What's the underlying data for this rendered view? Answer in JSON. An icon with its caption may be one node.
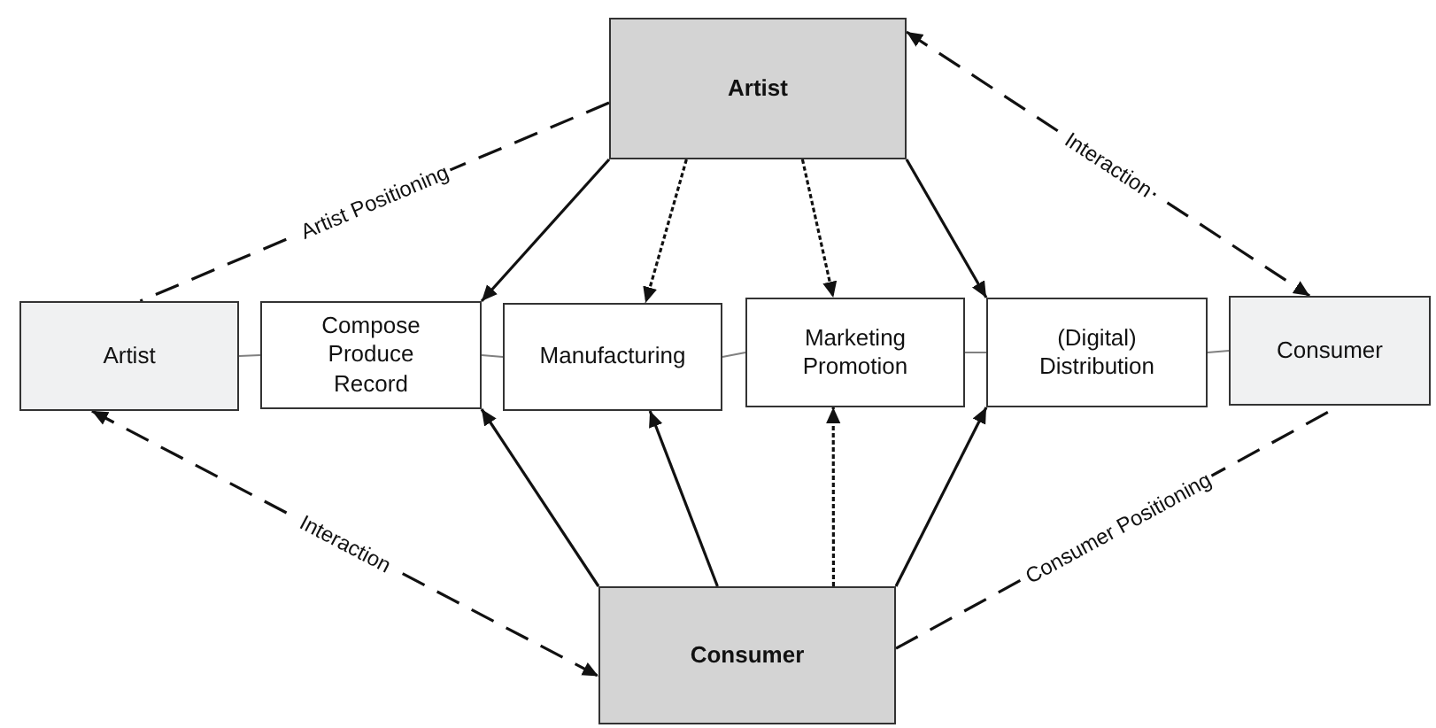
{
  "diagram": {
    "nodes": [
      {
        "text": [
          "Artist"
        ]
      },
      {
        "text": [
          "Artist"
        ]
      },
      {
        "text": [
          "Compose Produce Record"
        ]
      },
      {
        "text": [
          "Manufacturing"
        ]
      },
      {
        "text": [
          "Marketing Promotion"
        ]
      },
      {
        "text": [
          "(Digital) Distribution"
        ]
      },
      {
        "text": [
          "Consumer"
        ]
      },
      {
        "text": [
          "Consumer"
        ]
      }
    ],
    "edges": [
      {
        "from": 0,
        "to": 1,
        "arrow": "none",
        "style": "dashed",
        "label": "Artist Positioning"
      },
      {
        "from": 0,
        "to": 6,
        "arrow": "both",
        "style": "dashed",
        "label": "Interaction"
      },
      {
        "from": 1,
        "to": 7,
        "arrow": "both",
        "style": "dashed",
        "label": "Interaction"
      },
      {
        "from": 7,
        "to": 6,
        "arrow": "none",
        "style": "dashed",
        "label": "Consumer Positioning"
      },
      {
        "from": 1,
        "to": 2,
        "arrow": "none",
        "color": "#808080"
      },
      {
        "from": 2,
        "to": 3,
        "arrow": "none",
        "color": "#808080"
      },
      {
        "from": 3,
        "to": 4,
        "arrow": "none",
        "color": "#808080"
      },
      {
        "from": 4,
        "to": 5,
        "arrow": "none",
        "color": "#808080"
      },
      {
        "from": 5,
        "to": 6,
        "arrow": "none",
        "color": "#808080"
      },
      {
        "from": 0,
        "to": 2,
        "arrow": "to"
      },
      {
        "from": 0,
        "to": 3,
        "arrow": "to",
        "style": "dashed"
      },
      {
        "from": 0,
        "to": 4,
        "arrow": "to",
        "style": "dashed"
      },
      {
        "from": 0,
        "to": 5,
        "arrow": "to"
      },
      {
        "from": 7,
        "to": 2,
        "arrow": "to"
      },
      {
        "from": 7,
        "to": 3,
        "arrow": "to"
      },
      {
        "from": 7,
        "to": 4,
        "arrow": "to",
        "style": "dashed"
      },
      {
        "from": 7,
        "to": 5,
        "arrow": "to"
      }
    ]
  }
}
